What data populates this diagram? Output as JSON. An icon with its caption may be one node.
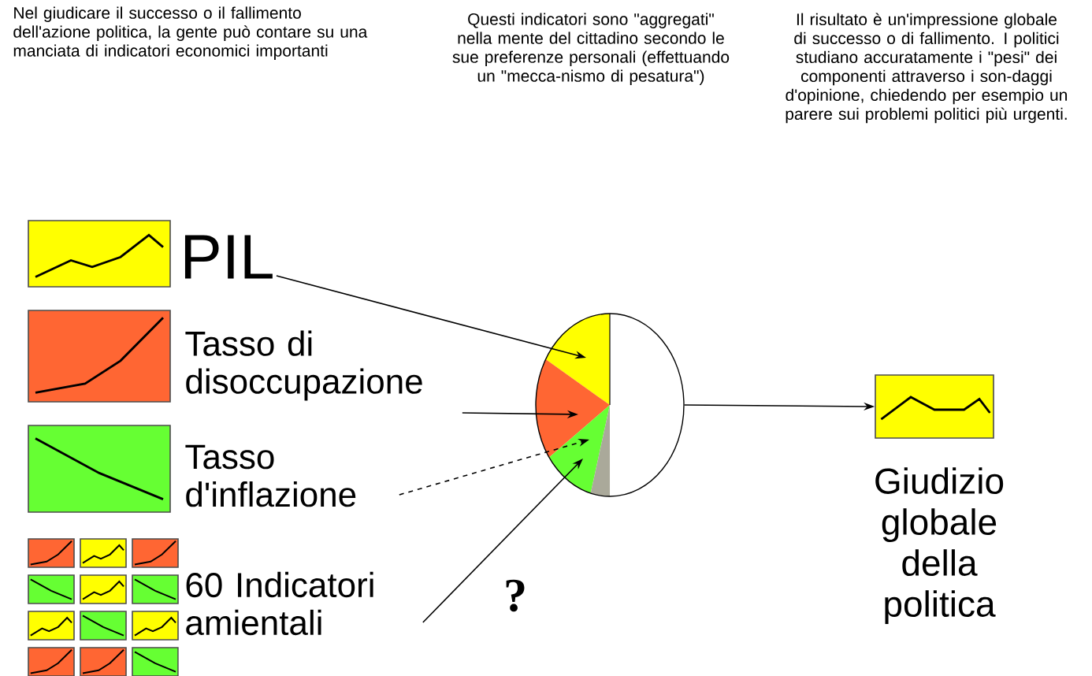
{
  "diagram": {
    "nodes": [
      {
        "text": [
          "PIL"
        ]
      },
      {
        "text": [
          "Tasso di disoccupazione"
        ]
      },
      {
        "text": [
          "Tasso d'inflazione"
        ]
      },
      {
        "text": [
          "60 Indicatori amientali"
        ]
      },
      {
        "text": [],
        "shape": "circle"
      },
      {
        "text": [],
        "shape": "box",
        "beside": [
          "Giudizio globale della politica"
        ]
      }
    ],
    "edges": [
      {
        "from": 0,
        "to": 4,
        "arrow": "to"
      },
      {
        "from": 1,
        "to": 4,
        "arrow": "to"
      },
      {
        "from": 2,
        "to": 4,
        "arrow": "to",
        "style": "dashed"
      },
      {
        "from": 3,
        "to": 4,
        "arrow": "to"
      },
      {
        "from": 4,
        "to": 5,
        "arrow": "to"
      }
    ],
    "labels": [
      "Nel giudicare il successo o il fallimento dell'azione politica, la gente può contare su una manciata di indicatori economici importanti",
      "Questi indicatori sono \"aggregati\" nella mente del cittadino secondo le sue preferenze personali (effettuando un \"mecca-nismo di pesatura\")",
      "Il risultato è un'impressione globale di successo o di fallimento. I politici studiano accuratamente i \"pesi\" dei componenti attraverso i son-daggi d'opinione, chiedendo per esempio un parere sui problemi politici più urgenti.",
      "?"
    ]
  }
}
